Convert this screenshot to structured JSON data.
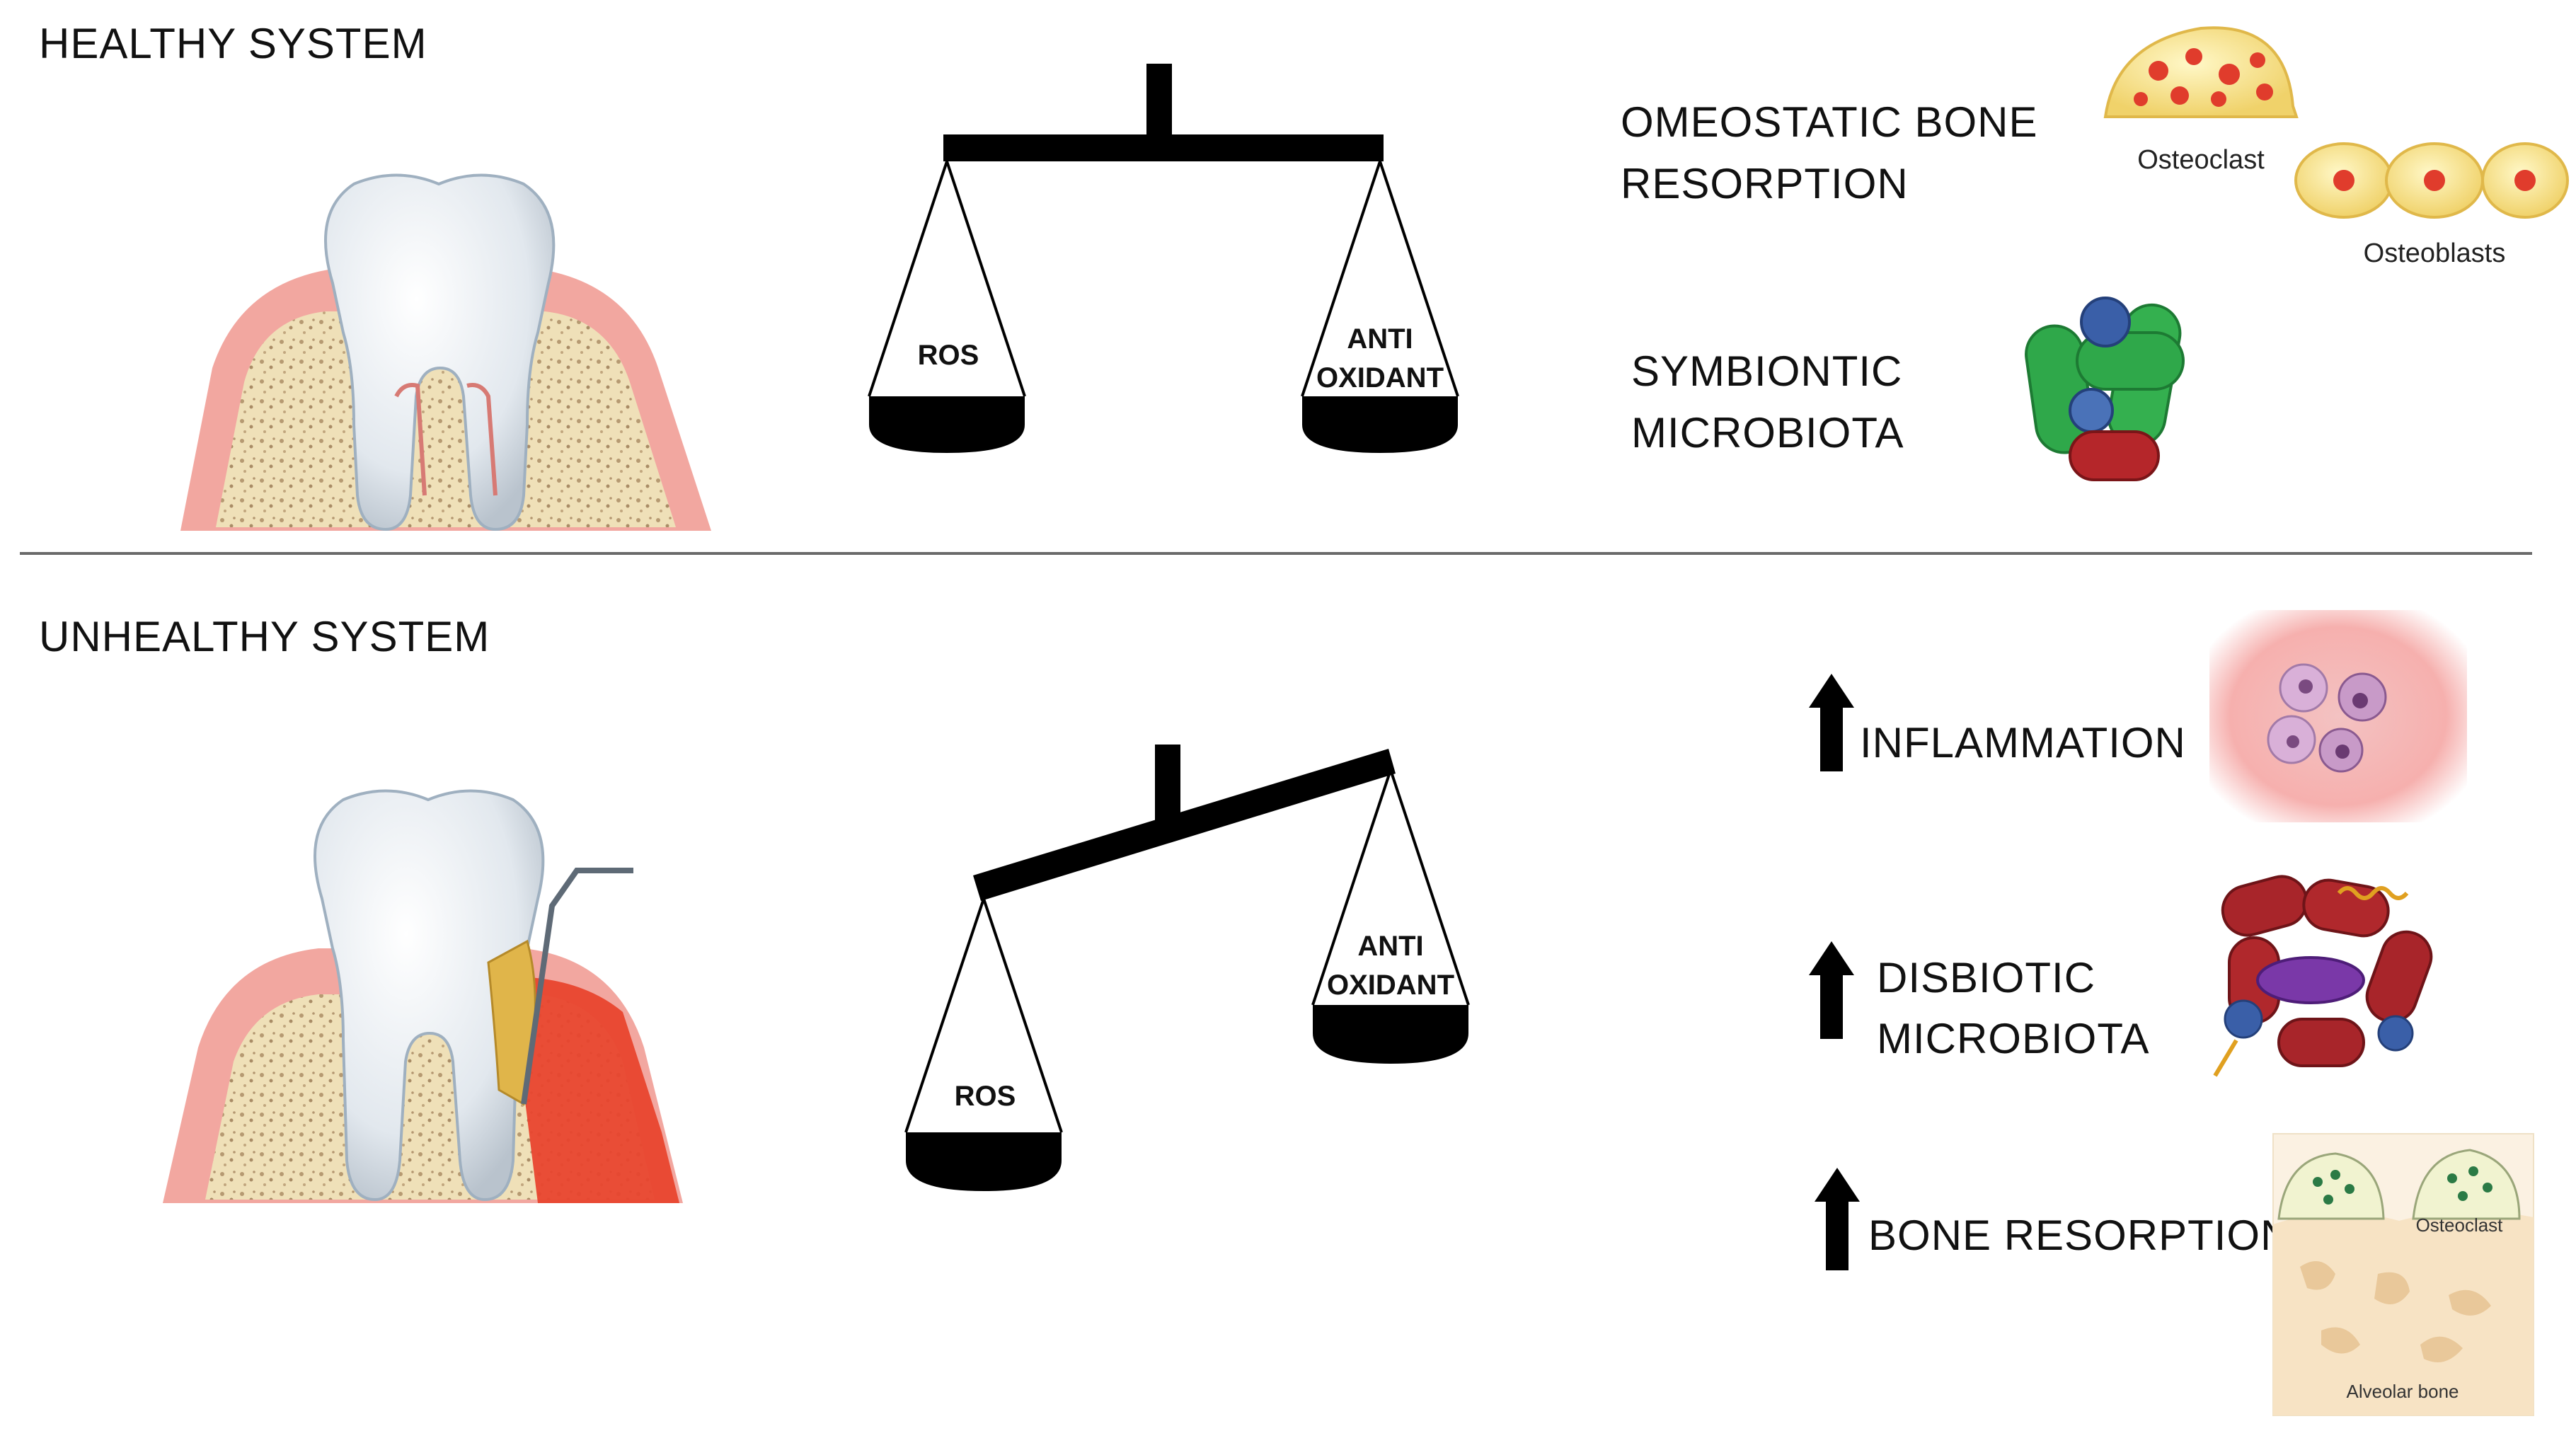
{
  "healthy": {
    "heading": "HEALTHY SYSTEM",
    "balance": {
      "left_label": "ROS",
      "right_label_line1": "ANTI",
      "right_label_line2": "OXIDANT"
    },
    "effects": {
      "bone_line1": "OMEOSTATIC BONE",
      "bone_line2": "RESORPTION",
      "microbiota_line1": "SYMBIONTIC",
      "microbiota_line2": "MICROBIOTA"
    },
    "captions": {
      "osteoclast": "Osteoclast",
      "osteoblasts": "Osteoblasts"
    }
  },
  "unhealthy": {
    "heading": "UNHEALTHY SYSTEM",
    "balance": {
      "left_label": "ROS",
      "right_label_line1": "ANTI",
      "right_label_line2": "OXIDANT"
    },
    "effects": {
      "inflammation": "INFLAMMATION",
      "microbiota_line1": "DISBIOTIC",
      "microbiota_line2": "MICROBIOTA",
      "bone": "BONE RESORPTION"
    },
    "captions": {
      "osteoclast": "Osteoclast",
      "alveolar_bone": "Alveolar bone"
    }
  },
  "icons": {
    "healthy_tooth": "healthy-tooth-icon",
    "diseased_tooth": "periodontitis-tooth-icon",
    "balance": "balance-scale-icon",
    "increase": "arrow-up-icon"
  },
  "colors": {
    "gum": "#f2a7a0",
    "bone": "#efe0b8",
    "inflamed_gum": "#e8442e",
    "plaque": "#e0b54a",
    "balance": "#000000"
  }
}
